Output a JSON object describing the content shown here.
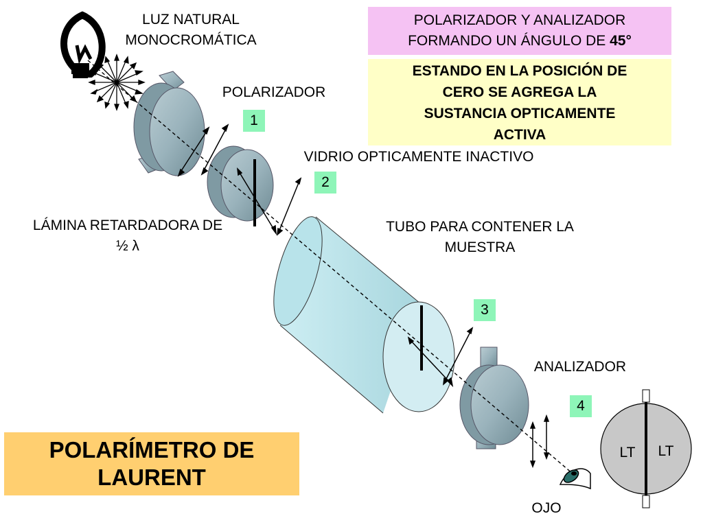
{
  "labels": {
    "luz_line1": "LUZ NATURAL",
    "luz_line2": "MONOCROMÁTICA",
    "polarizador": "POLARIZADOR",
    "vidrio": "VIDRIO OPTICAMENTE INACTIVO",
    "lamina_line1": "LÁMINA RETARDADORA DE",
    "lamina_line2": "½ λ",
    "tubo_line1": "TUBO PARA CONTENER LA",
    "tubo_line2": "MUESTRA",
    "analizador": "ANALIZADOR",
    "ojo": "OJO"
  },
  "numbers": [
    "1",
    "2",
    "3",
    "4"
  ],
  "info_box_1": {
    "line1": "POLARIZADOR Y ANALIZADOR",
    "line2_prefix": "FORMANDO UN ÁNGULO DE ",
    "line2_bold": "45°",
    "color": "#f5c2f3"
  },
  "info_box_2": {
    "lines": [
      "ESTANDO EN LA POSICIÓN DE",
      "CERO SE AGREGA LA",
      "SUSTANCIA OPTICAMENTE",
      "ACTIVA"
    ],
    "color": "#ffffc7"
  },
  "title_box": {
    "line1": "POLARÍMETRO DE",
    "line2": "LAURENT",
    "color": "#ffcf70"
  },
  "field_view": {
    "left": "LT",
    "right": "LT"
  },
  "colors": {
    "number_badge": "#8ef5b8",
    "tube": "#b8e3ea",
    "component": "#9ab3bc",
    "field": "#c8c8c8"
  }
}
